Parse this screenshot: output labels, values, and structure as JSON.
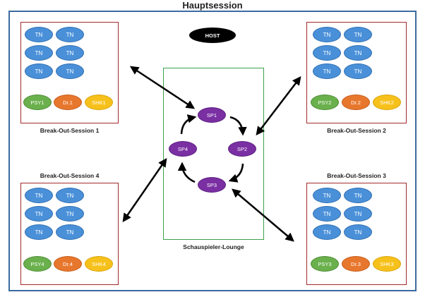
{
  "title": "Hauptsession",
  "host_label": "HOST",
  "lounge_label": "Schauspieler-Lounge",
  "participant_label": "TN",
  "actors": [
    "SP1",
    "SP2",
    "SP3",
    "SP4"
  ],
  "sessions": [
    {
      "name": "Break-Out-Session 1",
      "roles": [
        "PSY1",
        "Dr.1",
        "SHK1"
      ]
    },
    {
      "name": "Break-Out-Session 2",
      "roles": [
        "PSY2",
        "Dr.2",
        "SHK2"
      ]
    },
    {
      "name": "Break-Out-Session 3",
      "roles": [
        "PSY3",
        "Dr.3",
        "SHK3"
      ]
    },
    {
      "name": "Break-Out-Session 4",
      "roles": [
        "PSY4",
        "Dr.4",
        "SHK4"
      ]
    }
  ],
  "colors": {
    "frame": "#3b6aa0",
    "session_border": "#a32a2a",
    "lounge_border": "#3aa14a",
    "participant": "#4a90d9",
    "psy": "#6ab04c",
    "dr": "#e8772e",
    "shk": "#f7c11c",
    "actor": "#7a2fa3",
    "host": "#000000"
  }
}
